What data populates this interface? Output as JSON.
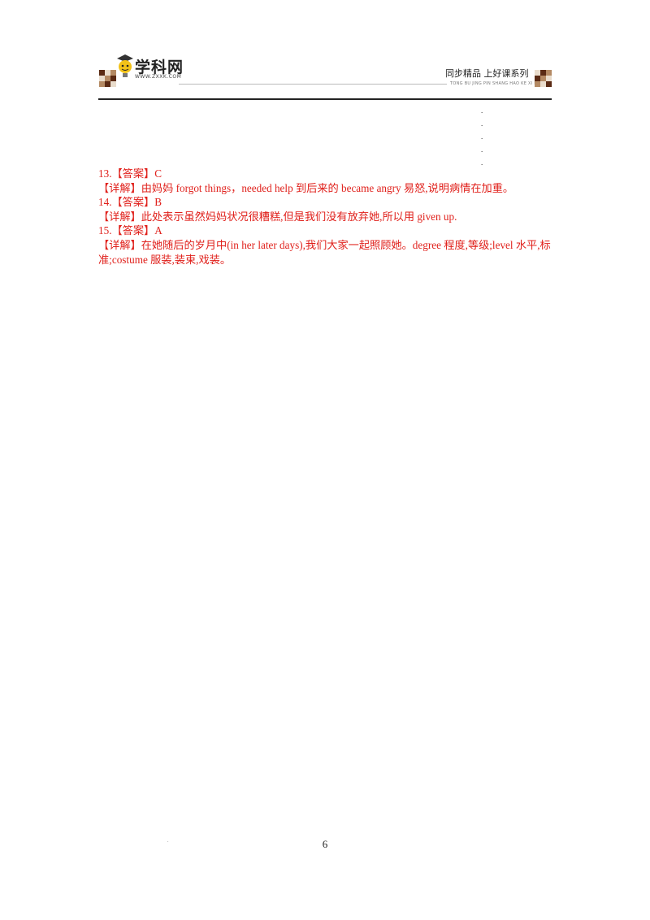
{
  "header": {
    "logo_text": "学科网",
    "logo_url": "WWW.ZXXK.COM",
    "series": "同步精品 上好课系列",
    "series_sub": "TONG BU JING PIN SHANG HAO KE XI LIE",
    "brand_colors": {
      "dark": "#5a2a14",
      "tan": "#b48a64",
      "light": "#e9dccc",
      "bulb": "#f2c218"
    }
  },
  "items": [
    {
      "number": "13.",
      "answer_tag": "【答案】",
      "answer": "C",
      "detail_tag": "【详解】",
      "detail": "由妈妈 forgot things，needed help 到后来的 became angry 易怒,说明病情在加重。"
    },
    {
      "number": "14.",
      "answer_tag": "【答案】",
      "answer": "B",
      "detail_tag": "【详解】",
      "detail": "此处表示虽然妈妈状况很糟糕,但是我们没有放弃她,所以用 given up."
    },
    {
      "number": "15.",
      "answer_tag": "【答案】",
      "answer": "A",
      "detail_tag": "【详解】",
      "detail": "在她随后的岁月中(in her later days),我们大家一起照顾她。degree 程度,等级;level 水平,标准;costume 服装,装束,戏装。"
    }
  ],
  "text_color": "#e0201b",
  "page_number": "6"
}
